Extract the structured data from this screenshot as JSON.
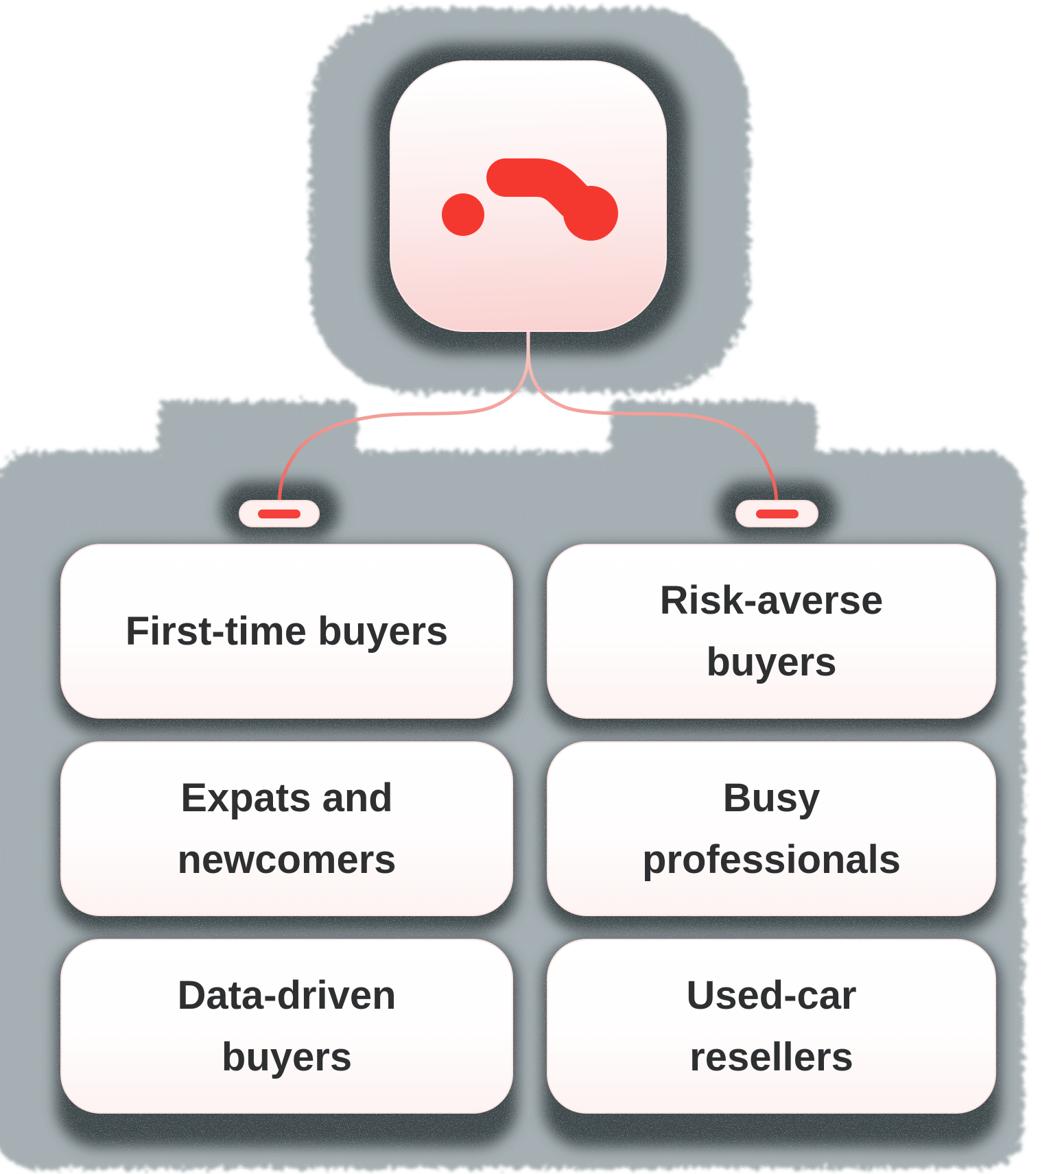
{
  "diagram": {
    "type": "mindmap-branch",
    "root": {
      "icon": "brand-car-logo-icon"
    },
    "toggles": [
      {
        "icon": "minus-icon",
        "side": "left"
      },
      {
        "icon": "minus-icon",
        "side": "right"
      }
    ],
    "cards": [
      {
        "label": "First-time buyers"
      },
      {
        "label": "Risk-averse buyers"
      },
      {
        "label": "Expats and newcomers"
      },
      {
        "label": "Busy professionals"
      },
      {
        "label": "Data-driven buyers"
      },
      {
        "label": "Used-car resellers"
      }
    ],
    "colors": {
      "accent_red": "#F5382F",
      "node_pink": "#F9D3D1",
      "pill_bg": "#FDF0EF",
      "card_text": "#2D2F30",
      "grain_gray": "#A7B0B4",
      "grain_dark": "#3F484C",
      "speckle": "#4F636E"
    }
  }
}
